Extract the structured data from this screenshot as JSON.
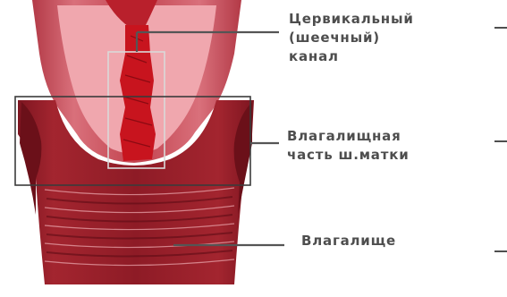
{
  "labels": {
    "cervical_canal": [
      "Цервикальный",
      "(шеечный)",
      "канал"
    ],
    "vaginal_part": [
      "Влагалищная",
      "часть ш.матки"
    ],
    "vagina": [
      "Влагалище"
    ]
  },
  "colors": {
    "outer_tissue": "#8b1a24",
    "inner_mucosa": "#e07f88",
    "light_pink": "#f2b6bb",
    "canal_red": "#c8141e",
    "leader_line": "#555555",
    "label_text": "#4e4e4e"
  }
}
